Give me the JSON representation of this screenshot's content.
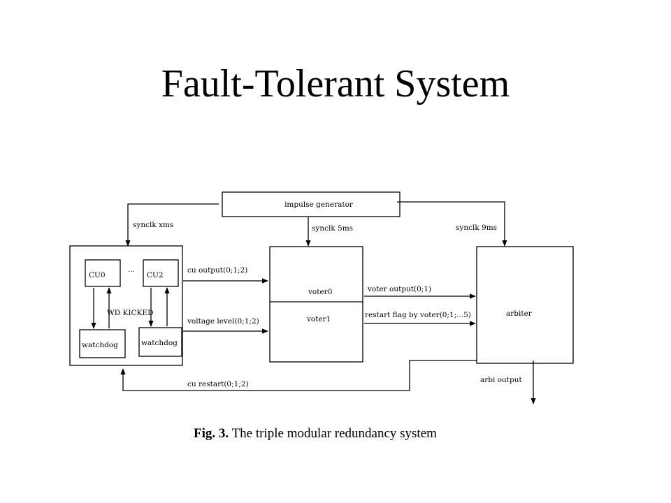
{
  "slide": {
    "title": "Fault-Tolerant System"
  },
  "diagram": {
    "impulse_generator": "impulse generator",
    "synclk_xms": "synclk xms",
    "synclk_5ms": "synclk 5ms",
    "synclk_9ms": "synclk 9ms",
    "cu0": "CU0",
    "cu2": "CU2",
    "ellipsis": "...",
    "wd_kicked": "WD KICKED",
    "watchdog_left": "watchdog",
    "watchdog_right": "watchdog",
    "cu_output": "cu output(0;1;2)",
    "voltage_level": "voltage level(0;1;2)",
    "voter0": "voter0",
    "voter1": "voter1",
    "voter_output": "voter output(0;1)",
    "restart_flag": "restart flag by voter(0;1;...5)",
    "arbiter": "arbiter",
    "arbi_output": "arbi output",
    "cu_restart": "cu restart(0;1;2)"
  },
  "caption": {
    "label": "Fig. 3.",
    "text": "The triple modular redundancy system"
  }
}
